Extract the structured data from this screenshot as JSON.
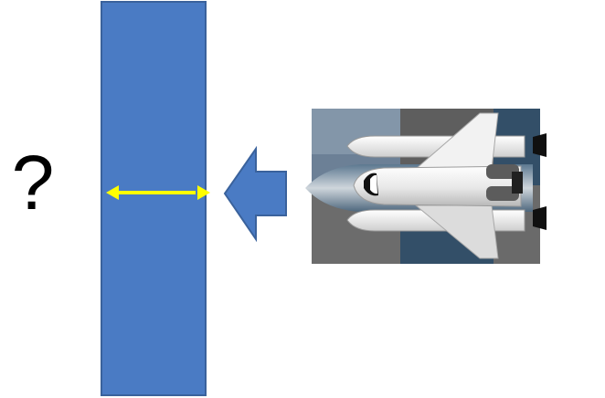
{
  "diagram": {
    "unknown_symbol": "?",
    "colors": {
      "panel_fill": "#4a7bc4",
      "panel_stroke": "#3a629c",
      "double_arrow": "#ffff00",
      "incoming_arrow": "#4a7bc4"
    },
    "elements": [
      "question-mark",
      "blue-panel",
      "width-double-arrow",
      "incoming-arrow",
      "space-shuttle-image"
    ]
  }
}
